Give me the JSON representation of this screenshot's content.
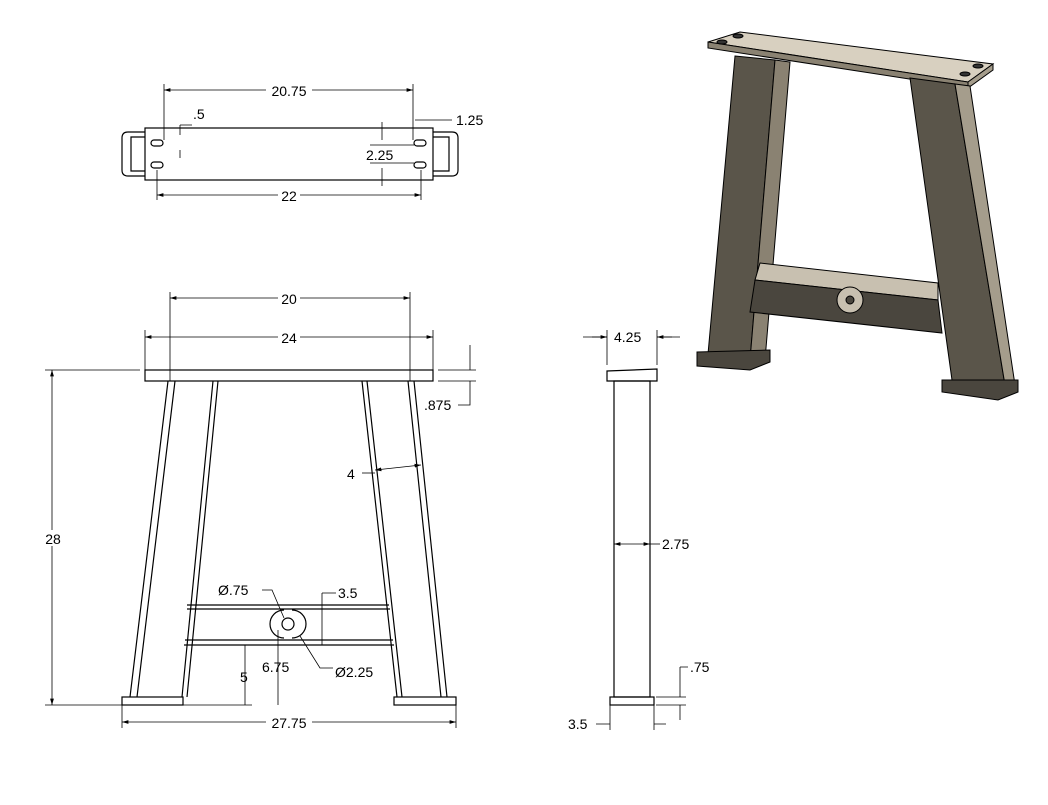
{
  "top_view": {
    "overall_bolt_spacing": "20.75",
    "hole_offset": ".5",
    "bracket_width": "1.25",
    "hole_spacing": "2.25",
    "overall_length": "22"
  },
  "front_view": {
    "leg_top_spacing": "20",
    "top_length": "24",
    "height": "28",
    "top_thickness": ".875",
    "leg_width": "4",
    "hole_diameter": "Ø.75",
    "brace_height": "3.5",
    "hole_height": "6.75",
    "outer_diameter": "Ø2.25",
    "brace_elevation": "5",
    "base_width": "27.75"
  },
  "side_view": {
    "top_depth": "4.25",
    "leg_depth": "2.75",
    "foot_height": ".75",
    "foot_depth": "3.5"
  },
  "colors": {
    "line": "#000000",
    "steel_light": "#d8d0c0",
    "steel_dark": "#4a463e"
  }
}
